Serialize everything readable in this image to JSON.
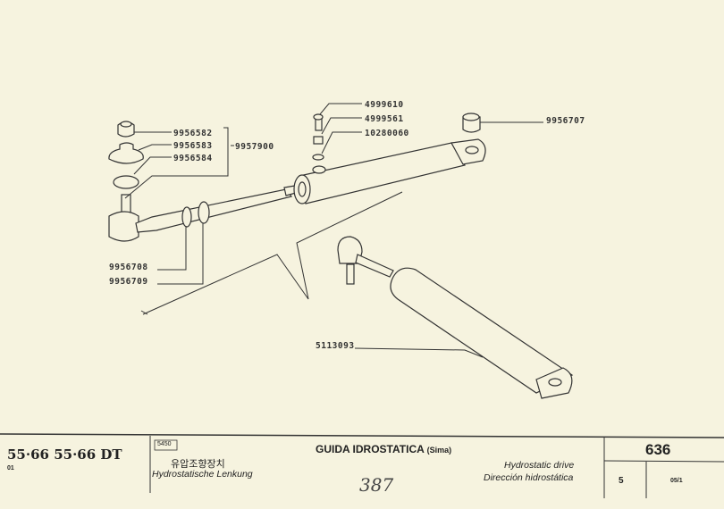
{
  "diagram": {
    "part_numbers": {
      "nut": "9956582",
      "dust_cover": "9956583",
      "ring": "9956584",
      "tie_rod_kit": "9957900",
      "screw": "4999610",
      "washer": "4999561",
      "seal": "10280060",
      "bushing": "9956707",
      "seal_ring_1": "9956708",
      "seal_ring_2": "9956709",
      "cylinder_assembly": "5113093"
    }
  },
  "footer": {
    "models": "55·66  55·66 DT",
    "model_code": "01",
    "group_code": "5450",
    "title_it": "GUIDA IDROSTATICA",
    "title_suffix": "(Sima)",
    "title_ko": "유압조향장치",
    "title_de": "Hydrostatische Lenkung",
    "title_en": "Hydrostatic drive",
    "title_es": "Dirección hidrostática",
    "handwritten_number": "387",
    "page_number": "636",
    "section": "5",
    "revision": "05/1"
  }
}
